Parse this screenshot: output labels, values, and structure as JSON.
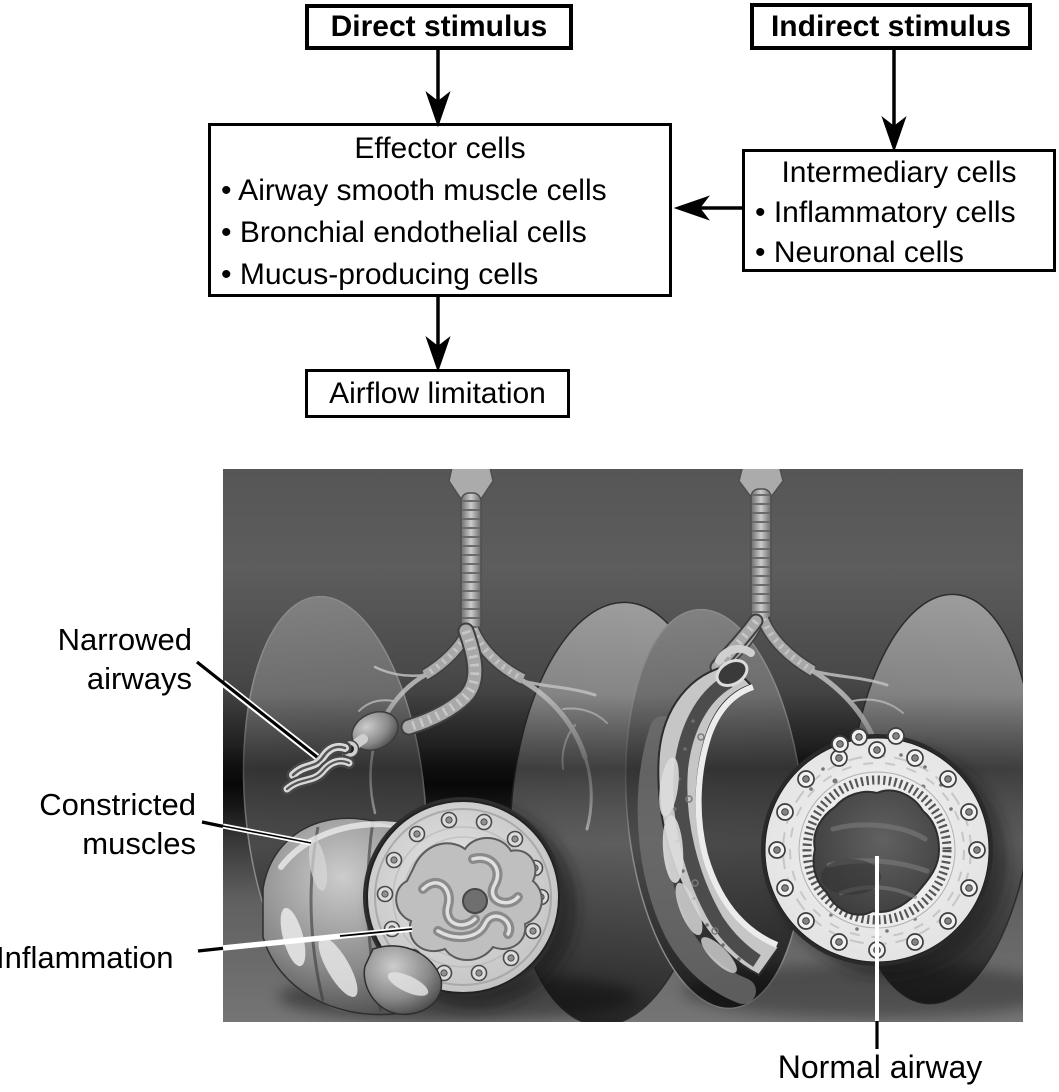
{
  "flowchart": {
    "direct_stimulus": "Direct stimulus",
    "indirect_stimulus": "Indirect stimulus",
    "effector_title": "Effector cells",
    "effector_bullets": [
      "• Airway smooth muscle cells",
      "• Bronchial endothelial cells",
      "• Mucus-producing cells"
    ],
    "intermediary_title": "Intermediary cells",
    "intermediary_bullets": [
      "• Inflammatory cells",
      "• Neuronal cells"
    ],
    "airflow_limitation": "Airflow limitation"
  },
  "labels": {
    "narrowed_line1": "Narrowed",
    "narrowed_line2": "airways",
    "constricted_line1": "Constricted",
    "constricted_line2": "muscles",
    "inflammation": "Inflammation",
    "normal_airway": "Normal airway"
  },
  "colors": {
    "box_border": "#000000",
    "text": "#000000",
    "page_background": "#ffffff",
    "illustration_dark_band": "#0c0c0c",
    "illustration_mid_gray": "#5a5a5a"
  }
}
